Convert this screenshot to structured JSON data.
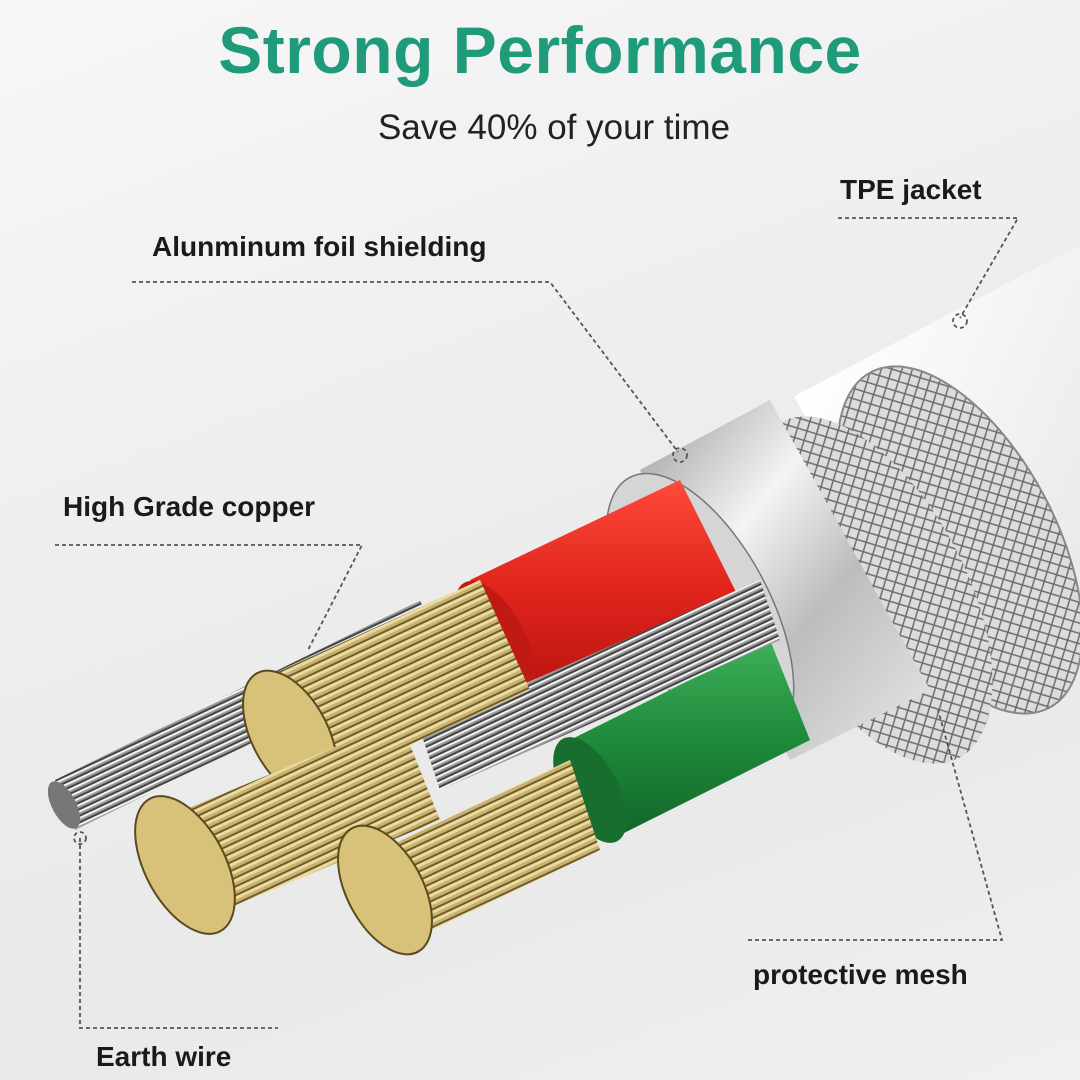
{
  "header": {
    "title": "Strong Performance",
    "subtitle": "Save 40% of your time"
  },
  "callouts": [
    {
      "id": "tpe-jacket",
      "label": "TPE jacket"
    },
    {
      "id": "aluminum-foil",
      "label": "Alunminum foil shielding"
    },
    {
      "id": "copper",
      "label": "High Grade copper"
    },
    {
      "id": "protective-mesh",
      "label": "protective mesh"
    },
    {
      "id": "earth-wire",
      "label": "Earth wire"
    }
  ],
  "colors": {
    "title": "#1f9a7a",
    "red_wire": "#e0241c",
    "green_wire": "#1e8a3a",
    "copper": "#c9b271",
    "foil": "#c8c8c8"
  }
}
